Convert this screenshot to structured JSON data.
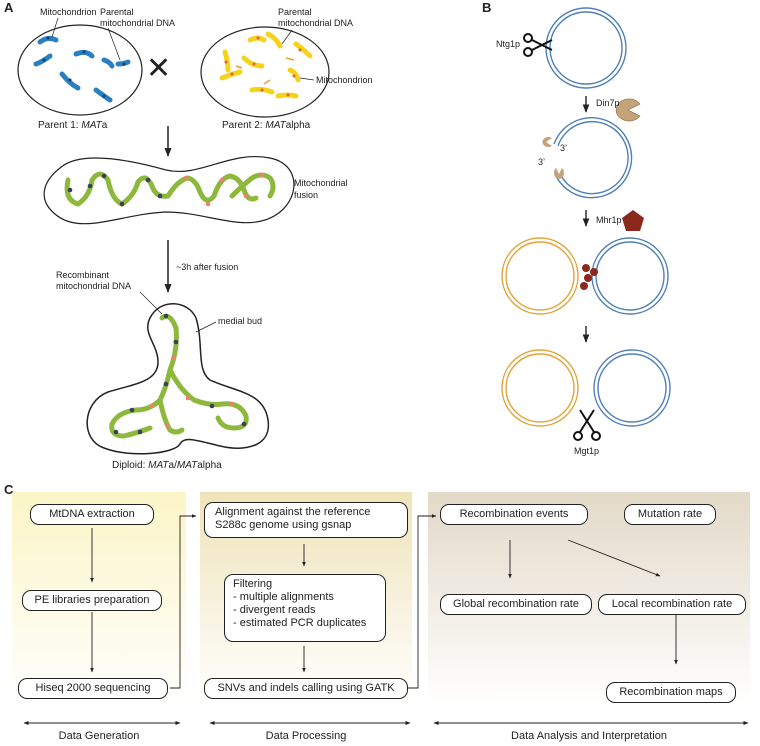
{
  "panel_a": {
    "letter": "A",
    "parent1": {
      "label_prefix": "Parent 1: ",
      "label_italic": "MAT",
      "label_suffix": "a",
      "mito_label": "Mitochondrion",
      "dna_label_1": "Parental",
      "dna_label_2": "mitochondrial DNA"
    },
    "parent2": {
      "label_prefix": "Parent 2: ",
      "label_italic": "MAT",
      "label_suffix": "alpha",
      "dna_label_1": "Parental",
      "dna_label_2": "mitochondrial DNA",
      "mito_label": "Mitochondrion"
    },
    "cross_symbol": "✕",
    "fusion_label_1": "Mitochondrial",
    "fusion_label_2": "fusion",
    "time_label": "~3h after fusion",
    "recomb_label_1": "Recombinant",
    "recomb_label_2": "mitochondrial DNA",
    "bud_label": "medial bud",
    "diploid_prefix": "Diploid: ",
    "diploid_i1": "MAT",
    "diploid_m1": "a/",
    "diploid_i2": "MAT",
    "diploid_m2": "alpha"
  },
  "panel_b": {
    "letter": "B",
    "ntg1p": "Ntg1p",
    "din7p": "Din7p",
    "end3_top": "3’",
    "end3_bottom": "3’",
    "mhr1p": "Mhr1p",
    "mgt1p": "Mgt1p"
  },
  "panel_c": {
    "letter": "C",
    "generation": {
      "boxes": [
        "MtDNA extraction",
        "PE libraries preparation",
        "Hiseq 2000 sequencing"
      ],
      "footer": "Data Generation"
    },
    "processing": {
      "align_1": "Alignment against the reference",
      "align_2": "S288c genome using gsnap",
      "filter_title": "Filtering",
      "filter_items": [
        "- multiple alignments",
        "- divergent reads",
        "- estimated PCR duplicates"
      ],
      "snv": "SNVs and indels calling using GATK",
      "footer": "Data Processing"
    },
    "analysis": {
      "recomb_events": "Recombination events",
      "mutation_rate": "Mutation rate",
      "global_rate": "Global recombination rate",
      "local_rate": "Local recombination rate",
      "maps": "Recombination maps",
      "footer": "Data Analysis and Interpretation"
    }
  },
  "colors": {
    "blue_mito": "#2a7fc1",
    "yellow_mito": "#f5d31a",
    "green_mito": "#8cb83c",
    "dot_dark": "#3a3f5c",
    "dot_pink": "#e8846b",
    "circle_blue": "#4f7fb8",
    "circle_orange": "#e3a43a",
    "protein_tan": "#c4a27a",
    "protein_red": "#8b2a1c",
    "gen_bg": "#fcf7cf",
    "proc_bg": "#f1e7c4",
    "anal_bg": "#e6dfd2"
  }
}
